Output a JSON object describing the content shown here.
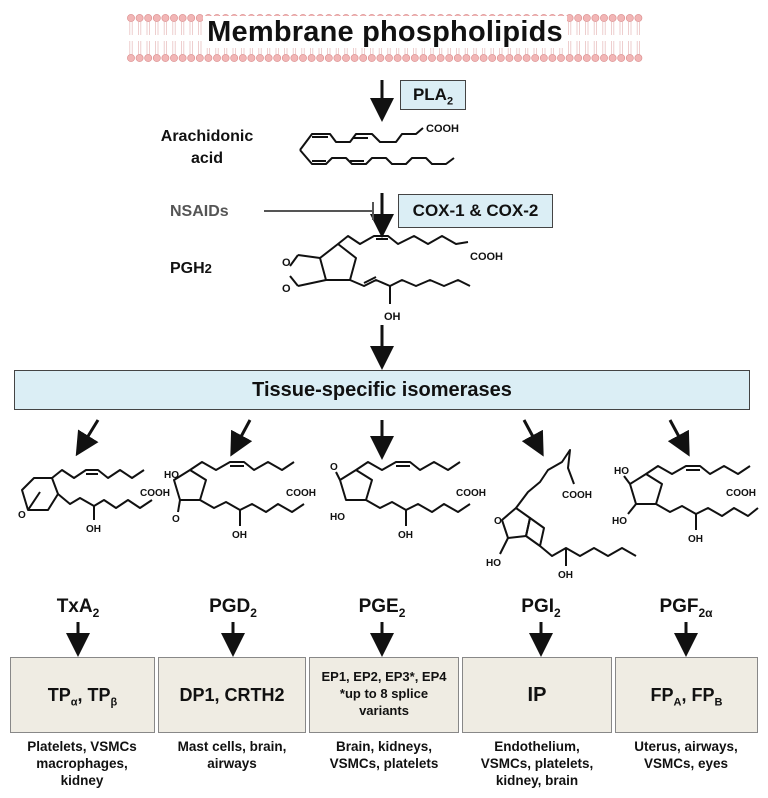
{
  "title": "Membrane phospholipids",
  "pla2": {
    "main": "PLA",
    "sub": "2"
  },
  "arachidonic": {
    "line1": "Arachidonic",
    "line2": "acid"
  },
  "nsaids": "NSAIDs",
  "cox": "COX-1 & COX-2",
  "pgh2": {
    "main": "PGH",
    "sub": "2"
  },
  "isomerases": "Tissue-specific isomerases",
  "chem": {
    "cooh": "COOH",
    "oh": "OH",
    "ho": "HO",
    "o": "O"
  },
  "prostanoids": [
    {
      "main": "TxA",
      "sub": "2"
    },
    {
      "main": "PGD",
      "sub": "2"
    },
    {
      "main": "PGE",
      "sub": "2"
    },
    {
      "main": "PGI",
      "sub": "2"
    },
    {
      "main": "PGF",
      "sub": "2α"
    }
  ],
  "receptors": [
    {
      "parts": [
        {
          "t": "TP",
          "s": "α"
        },
        {
          "t": ", TP",
          "s": "β"
        }
      ]
    },
    {
      "line1": "DP1, CRTH2"
    },
    {
      "line1": "EP1, EP2, EP3*, EP4",
      "line2": "*up to 8 splice",
      "line3": "variants"
    },
    {
      "line1": "IP"
    },
    {
      "parts": [
        {
          "t": "FP",
          "s": "A"
        },
        {
          "t": ", FP",
          "s": "B"
        }
      ]
    }
  ],
  "tissues": [
    {
      "line1": "Platelets, VSMCs",
      "line2": "macrophages,",
      "line3": "kidney"
    },
    {
      "line1": "Mast cells, brain,",
      "line2": "airways"
    },
    {
      "line1": "Brain, kidneys,",
      "line2": "VSMCs, platelets"
    },
    {
      "line1": "Endothelium,",
      "line2": "VSMCs, platelets,",
      "line3": "kidney, brain"
    },
    {
      "line1": "Uterus, airways,",
      "line2": "VSMCs, eyes"
    }
  ]
}
